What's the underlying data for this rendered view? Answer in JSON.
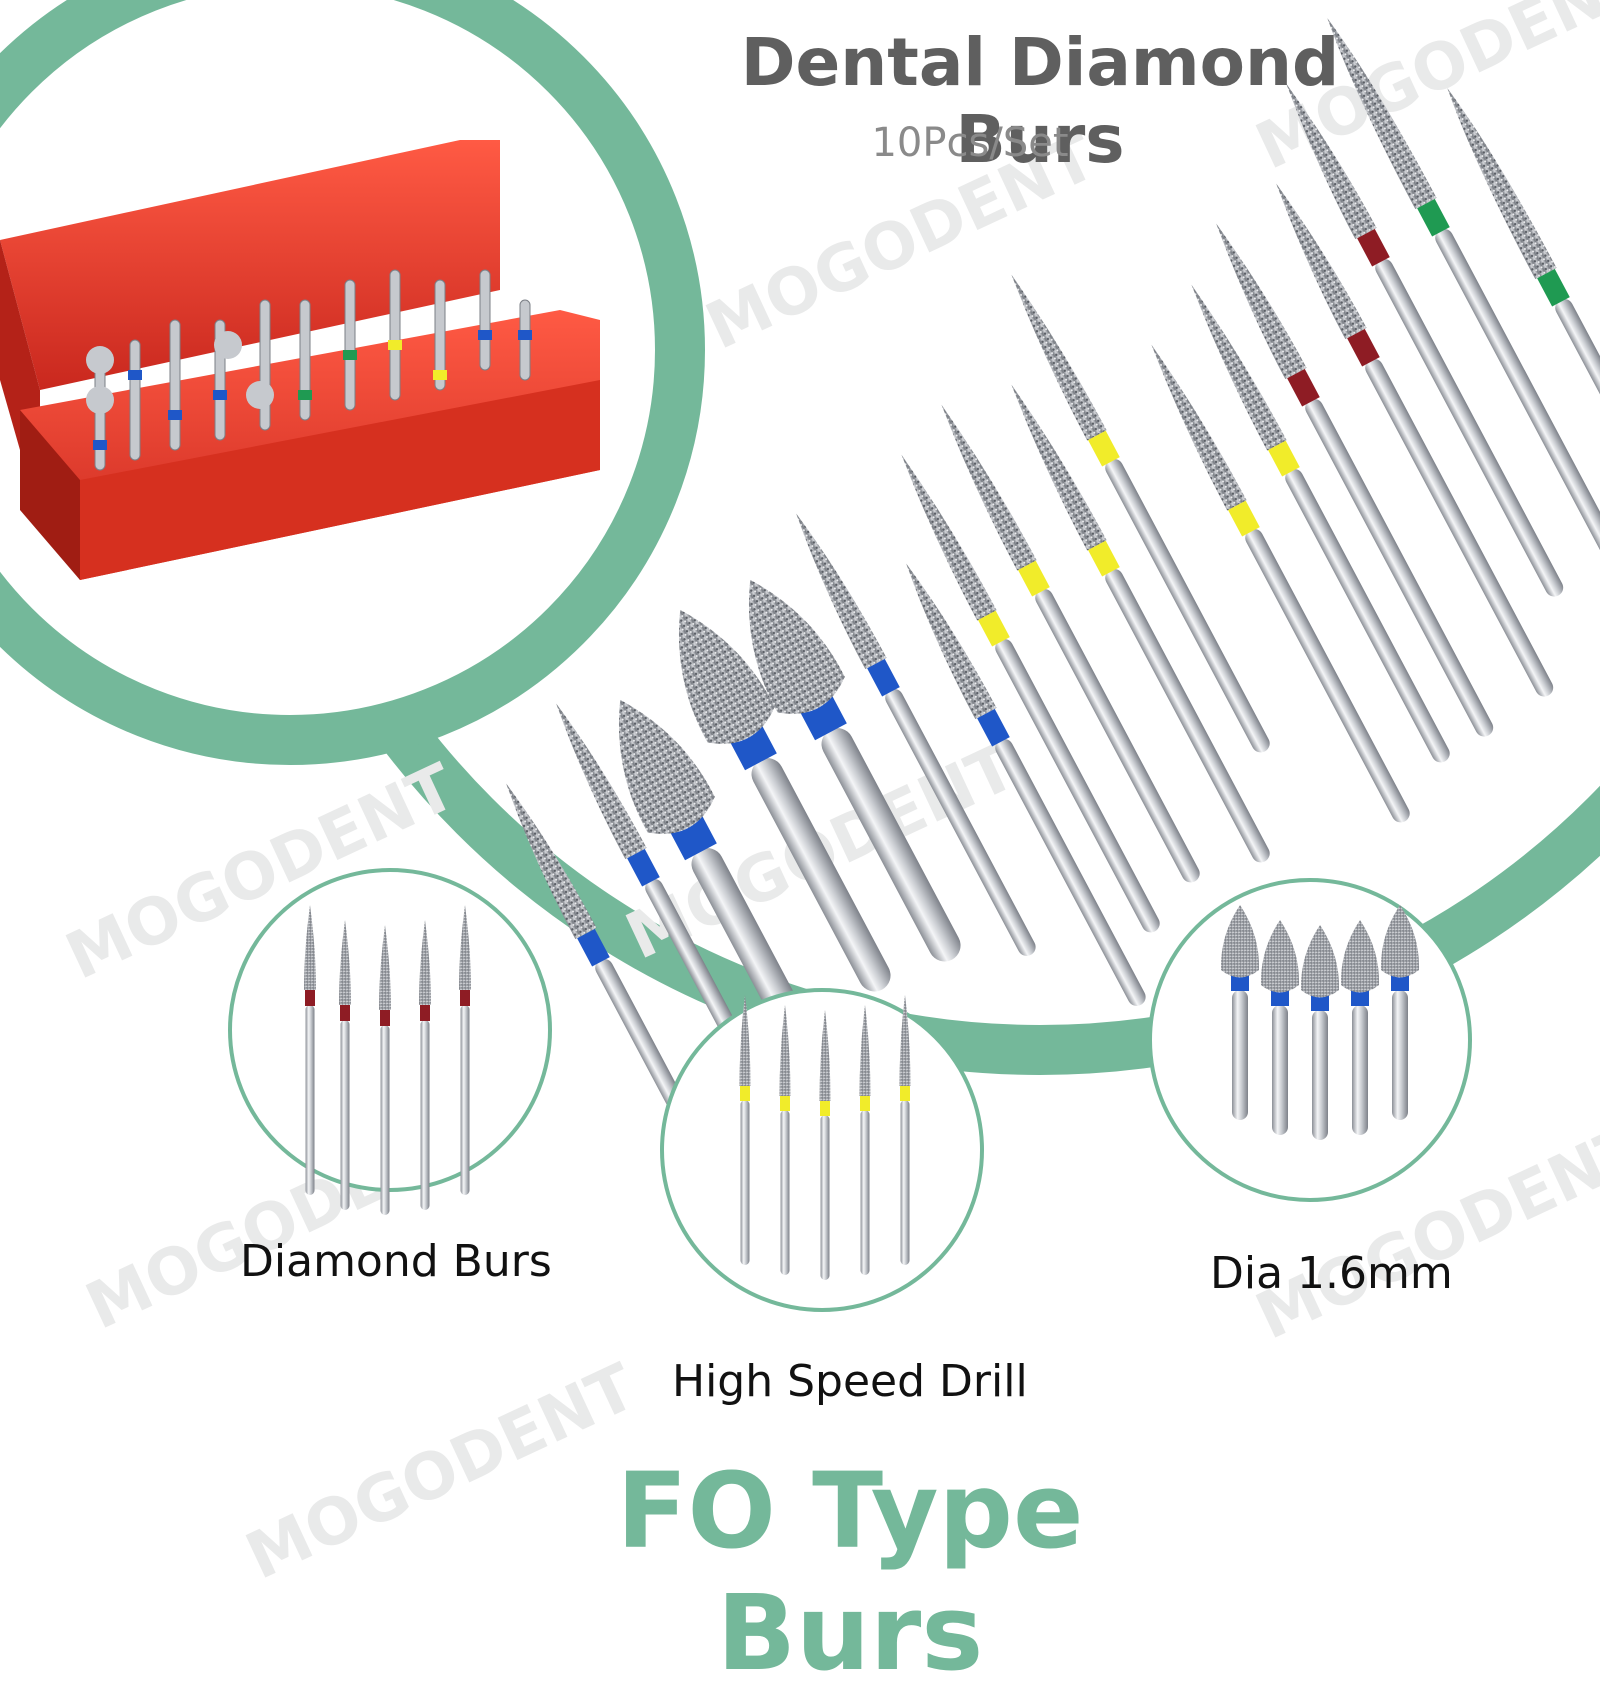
{
  "header": {
    "title": "Dental Diamond Burs",
    "subtitle": "10Pcs/Set"
  },
  "watermark": {
    "text": "MOGODENT"
  },
  "circles": [
    {
      "label": "Diamond Burs",
      "band_color": "#c0282c"
    },
    {
      "label": "High Speed Drill",
      "band_color": "#f1ec2a"
    },
    {
      "label": "Dia 1.6mm",
      "band_color": "#1f57c8"
    }
  ],
  "footer": {
    "title": "FO Type Burs"
  },
  "colors": {
    "accent": "#74b89a",
    "case_red": "#e23b2e",
    "band_blue": "#1f57c8",
    "band_yellow": "#f1ec2a",
    "band_red": "#8e1c24",
    "band_green": "#1f9a52"
  }
}
